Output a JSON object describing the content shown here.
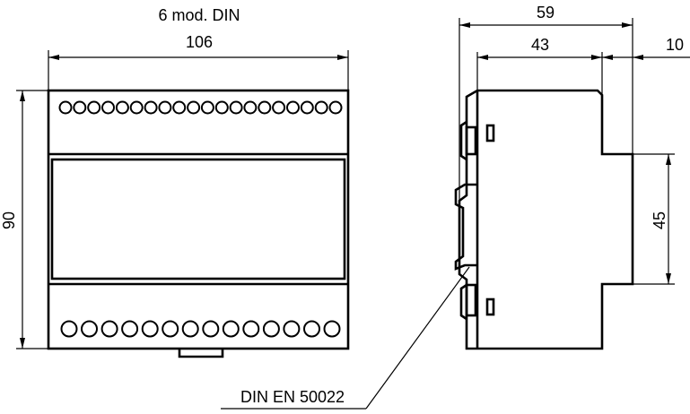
{
  "labels": {
    "module_size": "6 mod. DIN",
    "front_width": "106",
    "height": "90",
    "total_depth": "59",
    "body_depth": "43",
    "step_depth": "10",
    "step_height": "45",
    "rail_standard": "DIN EN 50022"
  },
  "terminals": {
    "top_count": 20,
    "bottom_count": 14
  }
}
